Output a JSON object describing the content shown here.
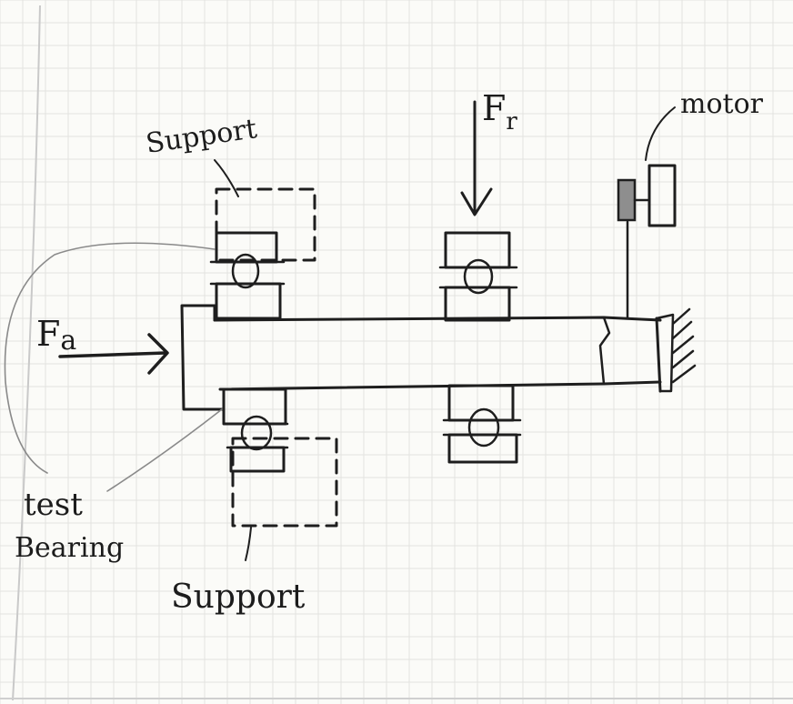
{
  "colors": {
    "paper": "#fbfbf8",
    "grid": "#e3e3e0",
    "ink": "#1e1e1e",
    "pencil": "#8a8a8a"
  },
  "labels": {
    "support_top": "Support",
    "support_bottom": "Support",
    "radial_force": "F",
    "radial_force_sub": "r",
    "axial_force": "F",
    "axial_force_sub": "a",
    "motor": "motor",
    "test_bearing_line1": "test",
    "test_bearing_line2": "Bearing"
  }
}
